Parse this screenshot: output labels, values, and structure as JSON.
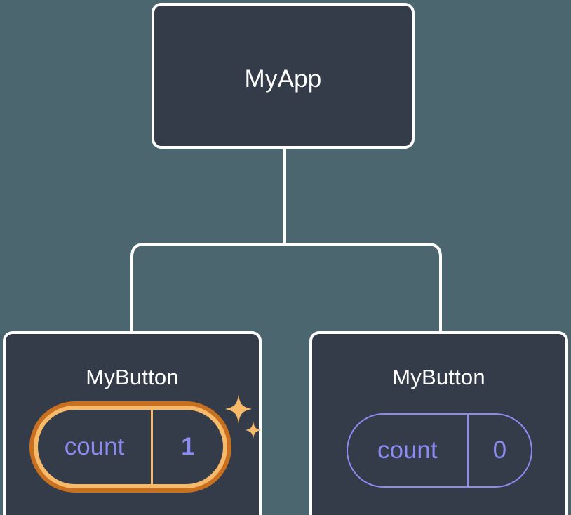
{
  "diagram": {
    "type": "component-tree",
    "background_color": "#4c6670",
    "node_fill": "#343b49",
    "node_border": "#ffffff",
    "highlight_outer_color": "#c8701f",
    "highlight_inner_color": "#f7b96a",
    "state_text_color": "#8b8bf0",
    "title_text_color": "#ffffff"
  },
  "root": {
    "title": "MyApp"
  },
  "children": [
    {
      "title": "MyButton",
      "state": {
        "key": "count",
        "value": "1"
      },
      "highlighted": "true",
      "sparkle_large": "sparkle-four-point",
      "sparkle_small": "sparkle-four-point-small"
    },
    {
      "title": "MyButton",
      "state": {
        "key": "count",
        "value": "0"
      },
      "highlighted": "false"
    }
  ]
}
